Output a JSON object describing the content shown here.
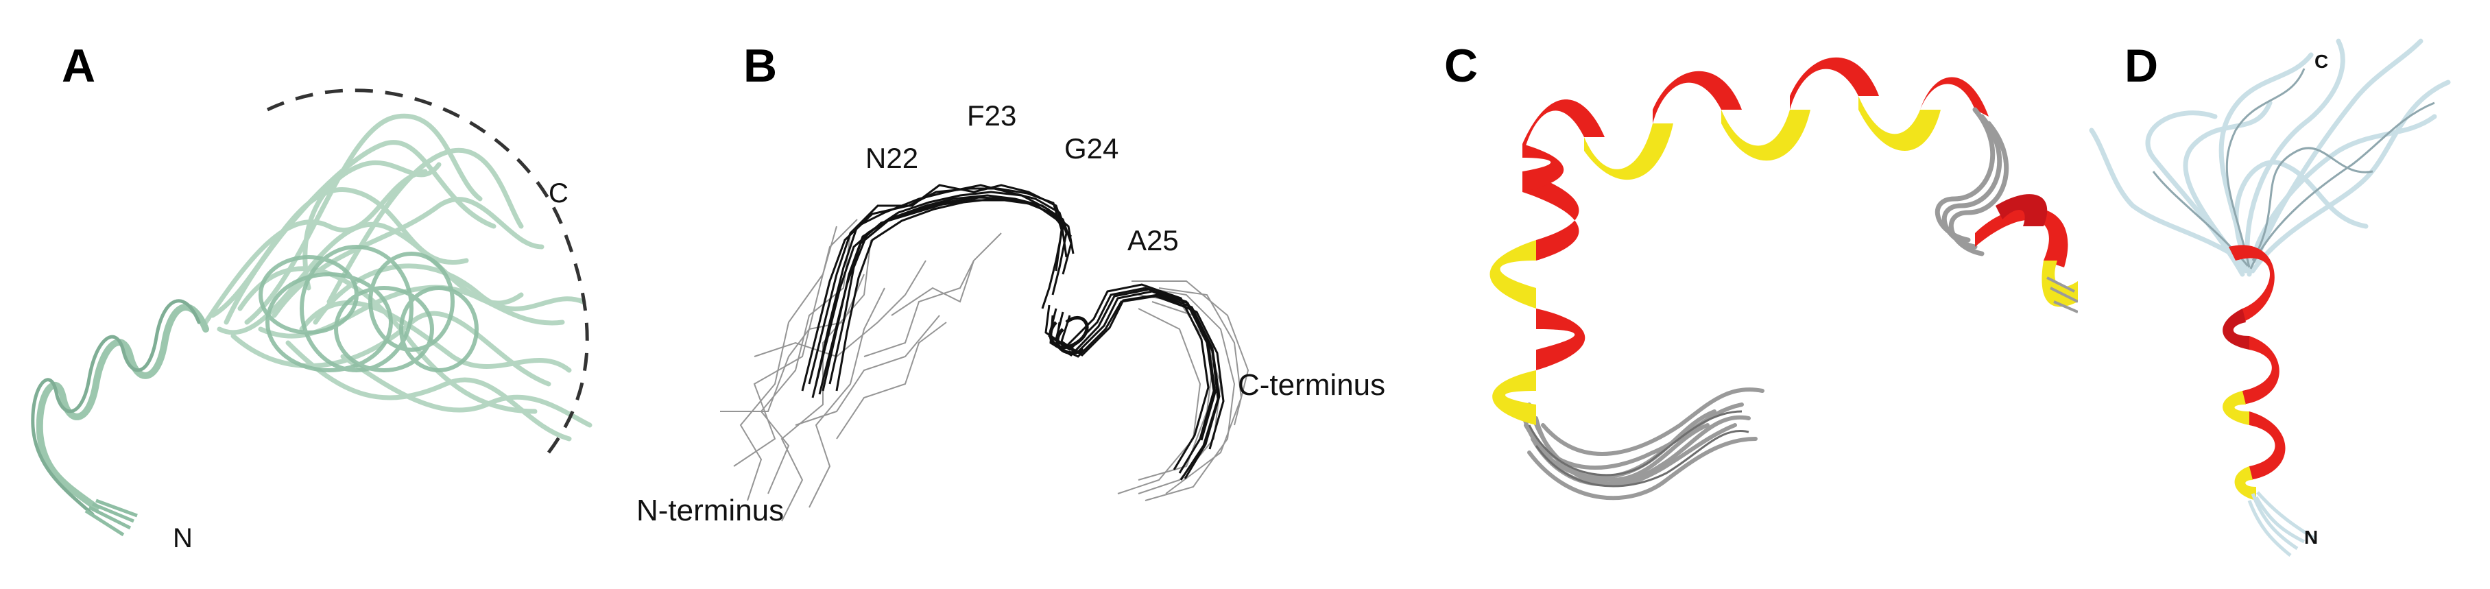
{
  "panels": [
    {
      "letter": "A",
      "labels": {
        "c": "C",
        "n": "N"
      },
      "colors": {
        "strand": "#a9cfb8",
        "strand_dark": "#7fae95"
      }
    },
    {
      "letter": "B",
      "labels": {
        "n22": "N22",
        "f23": "F23",
        "g24": "G24",
        "a25": "A25",
        "cterm": "C-terminus",
        "nterm": "N-terminus"
      },
      "colors": {
        "strand": "#111111",
        "strand_light": "#8a8a8a"
      }
    },
    {
      "letter": "C",
      "colors": {
        "helix_red": "#e8211c",
        "helix_yellow": "#f2e41b",
        "coil": "#9a9a9a"
      }
    },
    {
      "letter": "D",
      "labels": {
        "c": "C",
        "n": "N"
      },
      "colors": {
        "helix_red": "#e8211c",
        "helix_yellow": "#f2e41b",
        "coil": "#c9dfe6"
      }
    }
  ]
}
